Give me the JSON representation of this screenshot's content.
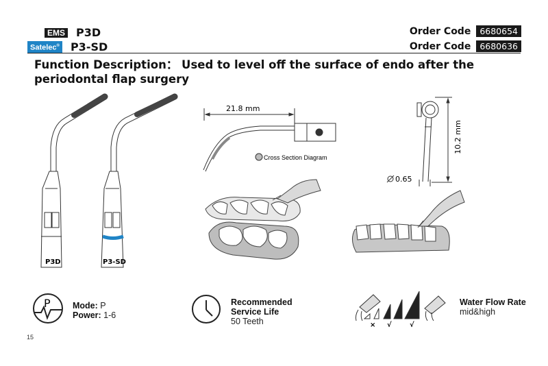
{
  "header": {
    "ems_badge": "EMS",
    "ems_model": "P3D",
    "satelec_badge": "Satelec",
    "satelec_reg": "®",
    "satelec_model": "P3-SD",
    "order_label_1": "Order Code",
    "order_code_1": "6680654",
    "order_label_2": "Order Code",
    "order_code_2": "6680636"
  },
  "function": {
    "text": "Function Description： Used to level off the surface of endo after the periodontal flap surgery"
  },
  "tips": {
    "left_label": "P3D",
    "right_label": "P3-SD"
  },
  "diagram": {
    "length": "21.8  mm",
    "cross_section": "Cross Section Diagram",
    "height": "10.2  mm",
    "diameter": "0.65"
  },
  "info": {
    "mode_label": "Mode:",
    "mode_value": "P",
    "power_label": "Power:",
    "power_value": "1-6",
    "life_title_1": "Recommended",
    "life_title_2": "Service Life",
    "life_value": "50 Teeth",
    "water_title": "Water Flow Rate",
    "water_value": "mid&high",
    "mark_1": "×",
    "mark_2": "√",
    "mark_3": "√",
    "icon_letter": "P"
  },
  "page": {
    "number": "15"
  }
}
